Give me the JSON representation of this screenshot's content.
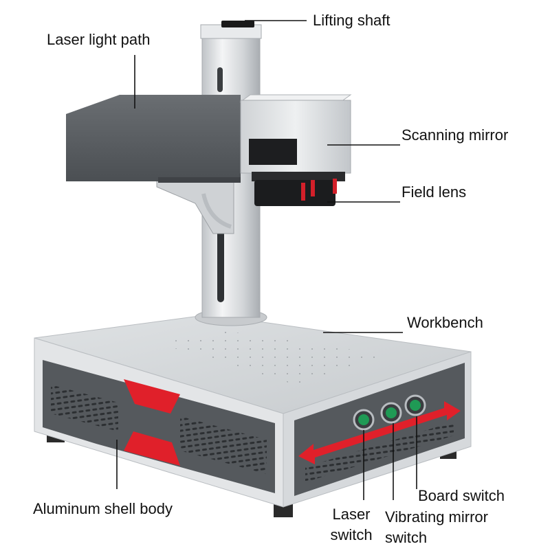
{
  "labels": {
    "lifting_shaft": "Lifting shaft",
    "laser_light_path": "Laser light path",
    "scanning_mirror": "Scanning mirror",
    "field_lens": "Field lens",
    "workbench": "Workbench",
    "aluminum_shell_body": "Aluminum shell body",
    "laser_switch": [
      "Laser",
      "switch"
    ],
    "vibrating_mirror_switch": [
      "Vibrating mirror",
      "switch"
    ],
    "board_switch": "Board switch"
  },
  "colors": {
    "aluminum": "#d9dcdf",
    "dark_panel": "#55595d",
    "accent_red": "#e0202a",
    "button_green": "#1f9a55",
    "lens_black": "#1b1c1e",
    "leader_line": "#111111"
  },
  "icons": [
    "vent-grille",
    "red-chevron-decor",
    "green-button"
  ]
}
